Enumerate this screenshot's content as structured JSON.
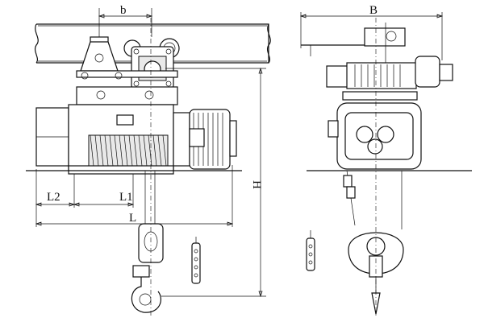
{
  "drawing": {
    "front_view": {
      "dim_b": "b",
      "dim_L2": "L2",
      "dim_L1": "L1",
      "dim_L": "L",
      "dim_H": "H"
    },
    "side_view": {
      "dim_B": "B"
    }
  }
}
